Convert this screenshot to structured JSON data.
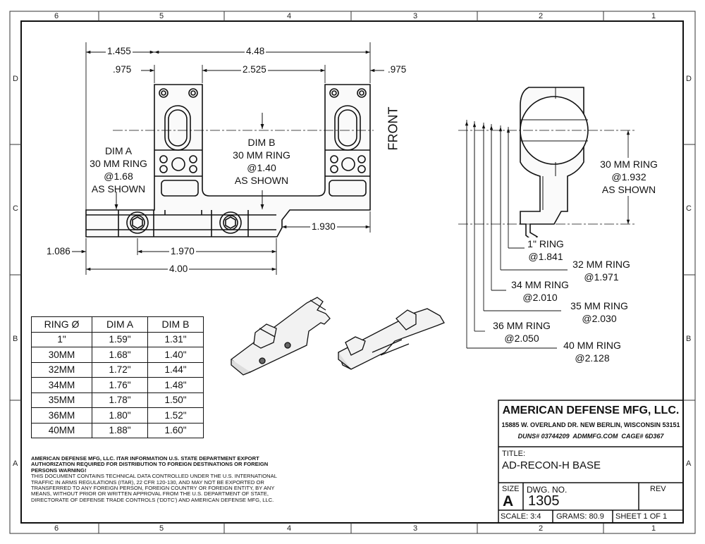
{
  "zones": {
    "columns": [
      "6",
      "5",
      "4",
      "3",
      "2",
      "1"
    ],
    "rows": [
      "D",
      "C",
      "B",
      "A"
    ]
  },
  "front_view": {
    "dims": {
      "d1455": "1.455",
      "d448": "4.48",
      "d975_left": ".975",
      "d2525": "2.525",
      "d975_right": ".975",
      "d1930": "1.930",
      "d1086": "1.086",
      "d1970": "1.970",
      "d400": "4.00"
    },
    "dim_a_note": [
      "DIM A",
      "30 MM RING",
      "@1.68",
      "AS SHOWN"
    ],
    "dim_b_note": [
      "DIM B",
      "30 MM RING",
      "@1.40",
      "AS SHOWN"
    ],
    "front_label": "FRONT"
  },
  "side_view": {
    "ring_30": [
      "30 MM RING",
      "@1.932",
      "AS SHOWN"
    ],
    "rings": [
      {
        "name": "1\" RING",
        "value": "@1.841"
      },
      {
        "name": "32 MM RING",
        "value": "@1.971"
      },
      {
        "name": "34 MM RING",
        "value": "@2.010"
      },
      {
        "name": "35 MM RING",
        "value": "@2.030"
      },
      {
        "name": "36 MM RING",
        "value": "@2.050"
      },
      {
        "name": "40 MM RING",
        "value": "@2.128"
      }
    ]
  },
  "ring_table": {
    "headers": [
      "RING Ø",
      "DIM A",
      "DIM B"
    ],
    "rows": [
      [
        "1\"",
        "1.59\"",
        "1.31\""
      ],
      [
        "30MM",
        "1.68\"",
        "1.40\""
      ],
      [
        "32MM",
        "1.72\"",
        "1.44\""
      ],
      [
        "34MM",
        "1.76\"",
        "1.48\""
      ],
      [
        "35MM",
        "1.78\"",
        "1.50\""
      ],
      [
        "36MM",
        "1.80\"",
        "1.52\""
      ],
      [
        "40MM",
        "1.88\"",
        "1.60\""
      ]
    ]
  },
  "legal": {
    "bold": "AMERICAN DEFENSE MFG, LLC. ITAR INFORMATION U.S. STATE DEPARTMENT EXPORT AUTHORIZATION REQUIRED FOR DISTRIBUTION TO FOREIGN DESTINATIONS OR FOREIGN PERSONS WARNING!",
    "body": "THIS DOCUMENT CONTAINS TECHNICAL DATA CONTROLLED UNDER THE U.S. INTERNATIONAL TRAFFIC IN ARMS REGULATIONS (ITAR), 22 CFR 120-130, AND MAY NOT BE EXPORTED OR TRANSFERRED TO ANY FOREIGN PERSON, FOREIGN COUNTRY OR FOREIGN ENTITY, BY ANY MEANS, WITHOUT PRIOR OR WRITTEN APPROVAL FROM THE U.S. DEPARTMENT OF STATE, DIRECTORATE OF DEFENSE TRADE CONTROLS ('DDTC') AND AMERICAN DEFENSE MFG, LLC."
  },
  "title_block": {
    "company": "AMERICAN DEFENSE MFG, LLC.",
    "address": "15885 W. OVERLAND DR. NEW BERLIN, WISCONSIN 53151",
    "duns": "DUNS# 03744209  ADMMFG.COM  CAGE# 6D367",
    "title_label": "TITLE:",
    "title": "AD-RECON-H BASE",
    "size_label": "SIZE",
    "size": "A",
    "dwg_label": "DWG. NO.",
    "dwg_no": "1305",
    "rev_label": "REV",
    "scale": "SCALE: 3:4",
    "grams": "GRAMS: 80.9",
    "sheet": "SHEET 1 OF 1"
  }
}
